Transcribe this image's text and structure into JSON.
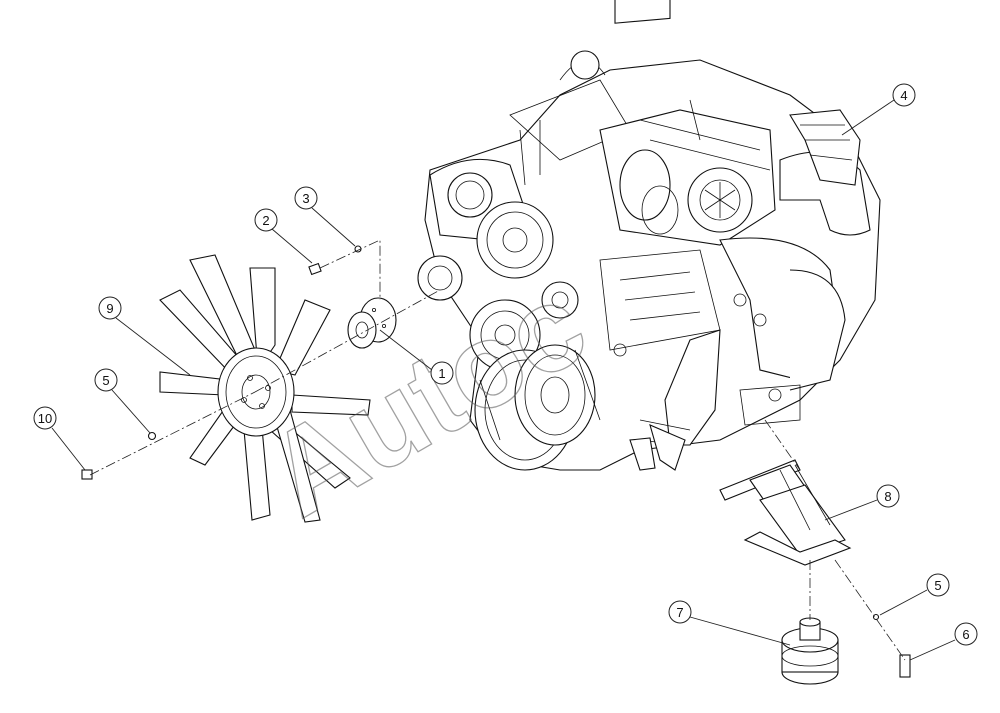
{
  "watermark": "Autoc",
  "callouts": [
    {
      "id": "c1",
      "label": "1"
    },
    {
      "id": "c2",
      "label": "2"
    },
    {
      "id": "c3",
      "label": "3"
    },
    {
      "id": "c4",
      "label": "4"
    },
    {
      "id": "c5a",
      "label": "5"
    },
    {
      "id": "c5b",
      "label": "5"
    },
    {
      "id": "c6",
      "label": "6"
    },
    {
      "id": "c7",
      "label": "7"
    },
    {
      "id": "c8",
      "label": "8"
    },
    {
      "id": "c9",
      "label": "9"
    },
    {
      "id": "c10",
      "label": "10"
    }
  ]
}
